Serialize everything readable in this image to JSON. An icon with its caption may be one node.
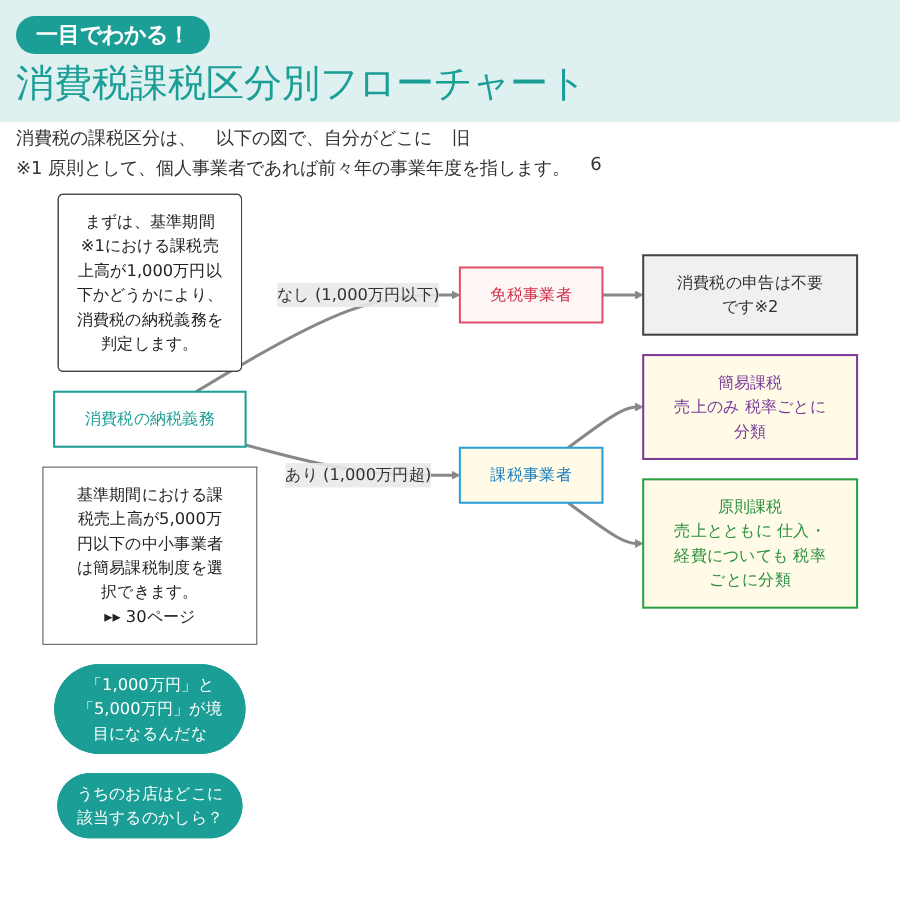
{
  "diagram": {
    "title": "消費税課税区分別フローチャート",
    "nodes": [
      {
        "text": [
          "まずは、基準期間※1における課税売上高が1,000万円以下かどうかにより、消費税の納税義務を判定します。"
        ]
      },
      {
        "text": [
          "消費税の納税義務"
        ]
      },
      {
        "text": [
          "免税事業者"
        ]
      },
      {
        "text": [
          "基準期間における課税売上高が5,000万円以下の中小事業者は簡易課税制度を選択できます。",
          "▸▸ 30ページ"
        ]
      },
      {
        "text": [
          "課税事業者"
        ]
      },
      {
        "text": [
          "消費税の申告は不要です※2"
        ]
      },
      {
        "text": [
          "簡易課税",
          "売上のみ 税率ごとに分類"
        ]
      },
      {
        "text": [
          "原則課税",
          "売上とともに 仕入・経費についても 税率ごとに分類"
        ]
      },
      {
        "text": [
          "「1,000万円」と「5,000万円」が境目になるんだな"
        ]
      },
      {
        "text": [
          "うちのお店はどこに該当するのかしら？"
        ]
      }
    ],
    "edges": [
      {
        "from": 1,
        "to": 2,
        "arrow": "to",
        "label": "なし (1,000万円以下)"
      },
      {
        "from": 1,
        "to": 4,
        "arrow": "to",
        "label": "あり (1,000万円超)"
      },
      {
        "from": 2,
        "to": 5,
        "arrow": "to"
      },
      {
        "from": 4,
        "to": 6,
        "arrow": "to"
      },
      {
        "from": 4,
        "to": 7,
        "arrow": "to"
      }
    ],
    "labels": [
      "一目でわかる！",
      "消費税の課税区分は、",
      "以下の図で、自分がどこに",
      "旧",
      "※1 原則として、個人事業者であれば前々年の事業年度を指します。",
      "6"
    ]
  }
}
